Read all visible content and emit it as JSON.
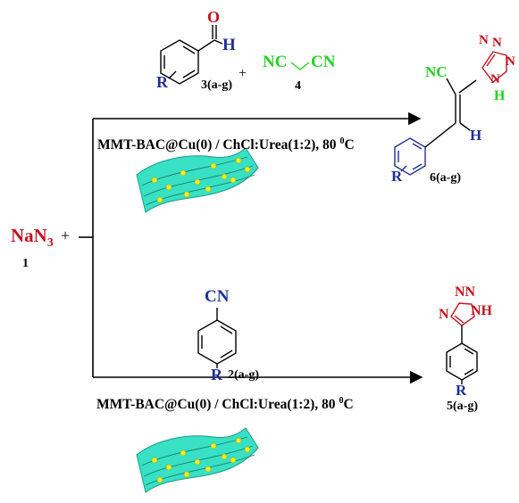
{
  "reactant_1": {
    "na_symbol": "Na",
    "n_symbol": "N",
    "subscript": "3",
    "plus": "+",
    "label": "1"
  },
  "top_reaction": {
    "aldehyde": {
      "o_atom": "O",
      "h_atom": "H",
      "r_group": "R",
      "label": "3(a-g)"
    },
    "plus": "+",
    "malononitrile": {
      "left_group": "NC",
      "right_group": "CN",
      "label": "4"
    },
    "conditions_prefix": "MMT-BAC@Cu(0) / ChCl:Urea(1:2), 80",
    "conditions_sup": "0",
    "conditions_unit": "C",
    "product": {
      "nc_group": "NC",
      "tetrazole_n": [
        "N",
        "N",
        "N",
        "N"
      ],
      "tetrazole_h": "H",
      "vinyl_h": "H",
      "r_group": "R",
      "label": "6(a-g)"
    }
  },
  "bottom_reaction": {
    "nitrile": {
      "cn_group": "CN",
      "r_group": "R",
      "label": "2(a-g)"
    },
    "conditions_prefix": "MMT-BAC@Cu(0) / ChCl:Urea(1:2), 80",
    "conditions_sup": "0",
    "conditions_unit": "C",
    "product": {
      "tetrazole_nn": "NN",
      "tetrazole_n": "N",
      "tetrazole_nh": "NH",
      "r_group": "R",
      "label": "5(a-g)"
    }
  },
  "colors": {
    "azide_red": "#c8101e",
    "r_blue": "#1f2f9a",
    "malononitrile_green": "#22d322",
    "catalyst_teal": "#38e0c4",
    "catalyst_dots": "#f3ee1a",
    "line": "#000000"
  }
}
